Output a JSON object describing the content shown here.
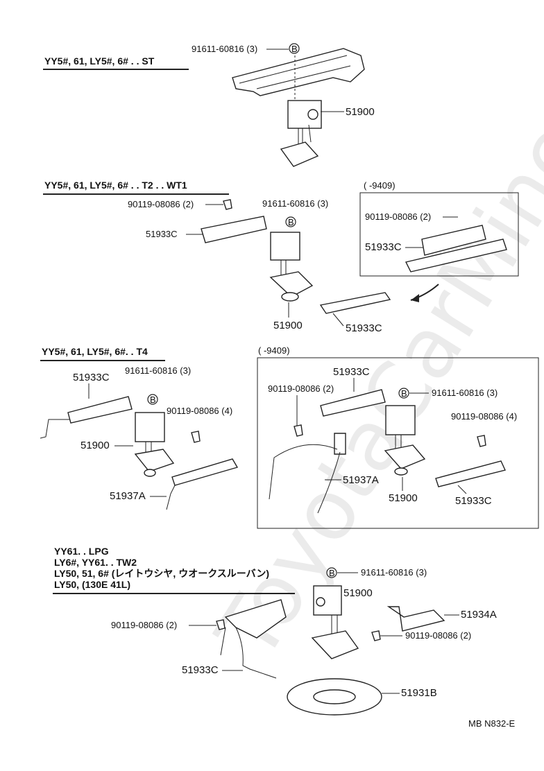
{
  "watermark": "ToyotaCarMine.ru",
  "footer": {
    "code": "MB  N832-E"
  },
  "section1": {
    "header": "YY5#, 61, LY5#, 6# . . ST",
    "bolt": "91611-60816 (3)",
    "part": "51900"
  },
  "section2": {
    "header": "YY5#, 61, LY5#, 6# . . T2 . . WT1",
    "bolt_small": "90119-08086 (2)",
    "bolt": "91611-60816 (3)",
    "bracket": "51933C",
    "part": "51900",
    "bracket_bottom": "51933C",
    "inset": {
      "title": "(        -9409)",
      "bolt_small": "90119-08086 (2)",
      "bracket": "51933C"
    }
  },
  "section3": {
    "header": "YY5#, 61, LY5#, 6#. . T4",
    "bracket": "51933C",
    "bolt": "91611-60816 (3)",
    "bolt_small": "90119-08086 (4)",
    "part": "51900",
    "rod": "51937A",
    "inset": {
      "title": "(        -9409)",
      "bracket_top": "51933C",
      "bolt_small": "90119-08086 (2)",
      "bolt": "91611-60816 (3)",
      "bolt_small2": "90119-08086 (4)",
      "rod": "51937A",
      "part": "51900",
      "bracket": "51933C"
    }
  },
  "section4": {
    "lines": [
      "YY61. . LPG",
      "LY6#, YY61. . TW2",
      "LY50, 51, 6# (レイトウシヤ, ウオークスルーバン)",
      "LY50, (130E  41L)"
    ],
    "bolt": "91611-60816 (3)",
    "part": "51900",
    "part_a": "51934A",
    "bolt_small_left": "90119-08086 (2)",
    "bolt_small_right": "90119-08086 (2)",
    "bracket": "51933C",
    "plate": "51931B"
  },
  "b_marker": "B"
}
